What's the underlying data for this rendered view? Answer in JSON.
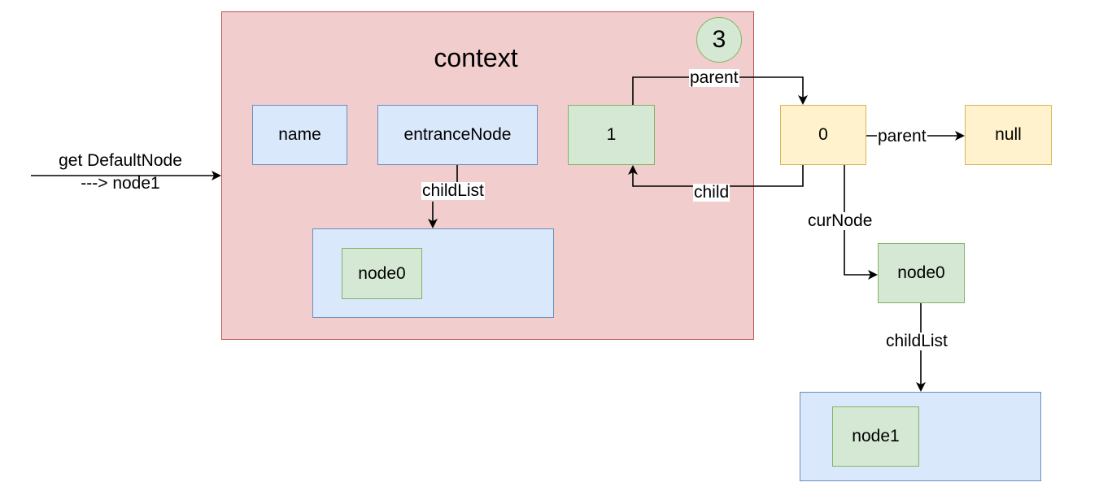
{
  "context": {
    "title": "context",
    "step": "3",
    "name_box": "name",
    "entrance_box": "entranceNode",
    "childlist_label": "childList",
    "inner_node": "node0",
    "node1_box": "1"
  },
  "outside": {
    "node_zero": "0",
    "null_box": "null",
    "parent_label_top": "parent",
    "parent_label_right": "parent",
    "child_label": "child",
    "curnode_label": "curNode",
    "node0_box": "node0",
    "childlist_label": "childList",
    "node1_inner": "node1"
  },
  "entry": {
    "line1": "get DefaultNode",
    "line2": "---> node1"
  },
  "colors": {
    "red_fill": "#f2cdcd",
    "blue_fill": "#dae8fc",
    "green_fill": "#d5e8d4",
    "yellow_fill": "#fff2cc"
  }
}
